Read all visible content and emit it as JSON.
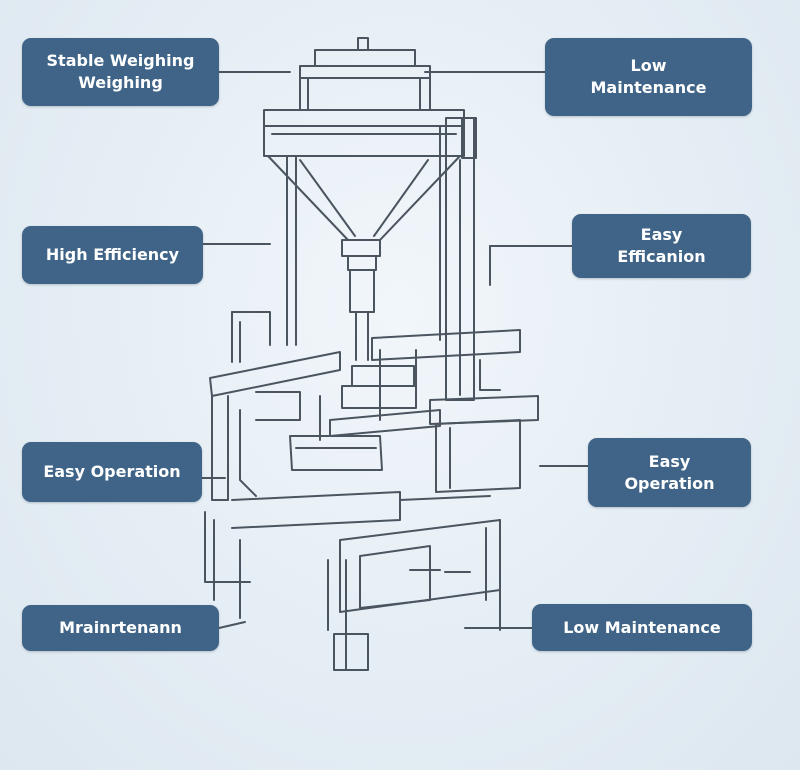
{
  "labels": {
    "left_1": "Stable Weighing\nWeighing",
    "left_2": "High Efficiency",
    "left_3": "Easy Operation",
    "left_4": "Mrainrtenann",
    "right_1": "Low\nMaintenance",
    "right_2": "Easy\nEfficanion",
    "right_3": "Easy\nOperation",
    "right_4": "Low Maintenance"
  },
  "colors": {
    "background": "#e8f0f6",
    "label_fill": "#3f6487",
    "label_text": "#ffffff",
    "line_art": "#4a5560"
  }
}
